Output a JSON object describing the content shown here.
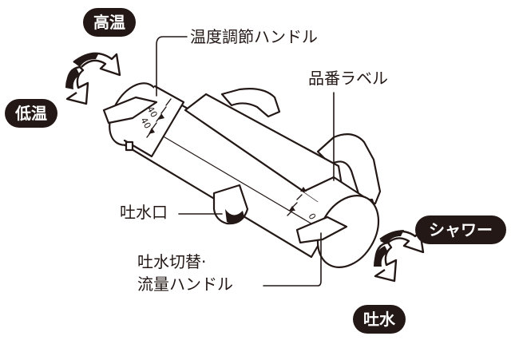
{
  "badges": {
    "high_temp": "高温",
    "low_temp": "低温",
    "shower": "シャワー",
    "spout": "吐水"
  },
  "labels": {
    "temp_handle": "温度調節ハンドル",
    "part_number_label": "品番ラベル",
    "spout_outlet": "吐水口",
    "switch_handle_line1": "吐水切替·",
    "switch_handle_line2": "流量ハンドル"
  },
  "dial_marks": {
    "temp_dial": [
      "40",
      "40"
    ],
    "switch_dial": [
      "0"
    ]
  },
  "colors": {
    "ink": "#231815",
    "background": "#ffffff"
  }
}
